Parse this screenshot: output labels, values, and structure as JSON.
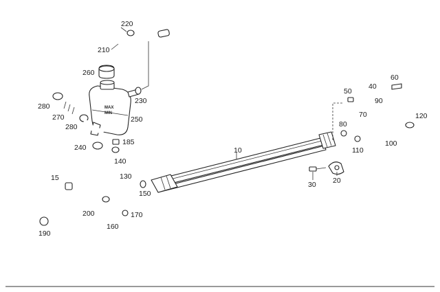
{
  "diagram": {
    "callouts": [
      {
        "id": "10",
        "text": "10"
      },
      {
        "id": "15",
        "text": "15"
      },
      {
        "id": "20",
        "text": "20"
      },
      {
        "id": "30",
        "text": "30"
      },
      {
        "id": "40",
        "text": "40"
      },
      {
        "id": "50",
        "text": "50"
      },
      {
        "id": "60",
        "text": "60"
      },
      {
        "id": "70",
        "text": "70"
      },
      {
        "id": "80",
        "text": "80"
      },
      {
        "id": "90",
        "text": "90"
      },
      {
        "id": "100",
        "text": "100"
      },
      {
        "id": "110",
        "text": "110"
      },
      {
        "id": "120",
        "text": "120"
      },
      {
        "id": "130",
        "text": "130"
      },
      {
        "id": "140",
        "text": "140"
      },
      {
        "id": "150",
        "text": "150"
      },
      {
        "id": "160",
        "text": "160"
      },
      {
        "id": "170",
        "text": "170"
      },
      {
        "id": "185",
        "text": "185"
      },
      {
        "id": "190",
        "text": "190"
      },
      {
        "id": "200",
        "text": "200"
      },
      {
        "id": "210",
        "text": "210"
      },
      {
        "id": "220",
        "text": "220"
      },
      {
        "id": "230",
        "text": "230"
      },
      {
        "id": "240",
        "text": "240"
      },
      {
        "id": "250",
        "text": "250"
      },
      {
        "id": "260",
        "text": "260"
      },
      {
        "id": "270",
        "text": "270"
      },
      {
        "id": "280a",
        "text": "280"
      },
      {
        "id": "280b",
        "text": "280"
      }
    ],
    "tank_marks": {
      "max": "MAX",
      "min": "MIN"
    }
  }
}
